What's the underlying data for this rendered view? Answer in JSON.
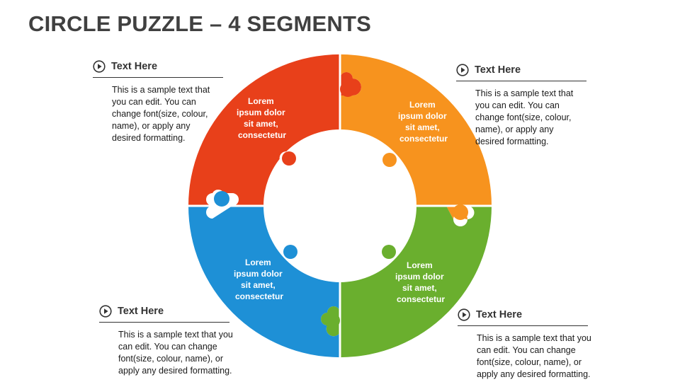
{
  "title": "CIRCLE PUZZLE – 4 SEGMENTS",
  "segments": [
    {
      "id": "top-left",
      "color": "#E8401A",
      "lines": [
        "Lorem",
        "ipsum dolor",
        "sit amet,",
        "consectetur"
      ]
    },
    {
      "id": "top-right",
      "color": "#F7931E",
      "lines": [
        "Lorem",
        "ipsum dolor",
        "sit amet,",
        "consectetur"
      ]
    },
    {
      "id": "bottom-right",
      "color": "#6AAF2E",
      "lines": [
        "Lorem",
        "ipsum dolor",
        "sit amet,",
        "consectetur"
      ]
    },
    {
      "id": "bottom-left",
      "color": "#1E90D6",
      "lines": [
        "Lorem",
        "ipsum dolor",
        "sit amet,",
        "consectetur"
      ]
    }
  ],
  "blocks": [
    {
      "id": "top-left",
      "heading": "Text Here",
      "body": "This is a sample text that you can edit. You can change font(size, colour, name), or apply any desired formatting."
    },
    {
      "id": "top-right",
      "heading": "Text Here",
      "body": "This is a sample text that you can edit. You can change font(size, colour, name), or apply any desired formatting."
    },
    {
      "id": "bottom-left",
      "heading": "Text Here",
      "body": "This is a sample text that you can edit. You can change font(size, colour, name), or apply any desired formatting."
    },
    {
      "id": "bottom-right",
      "heading": "Text Here",
      "body": "This is a sample text that you can edit. You can change font(size, colour, name), or apply any desired formatting."
    }
  ]
}
